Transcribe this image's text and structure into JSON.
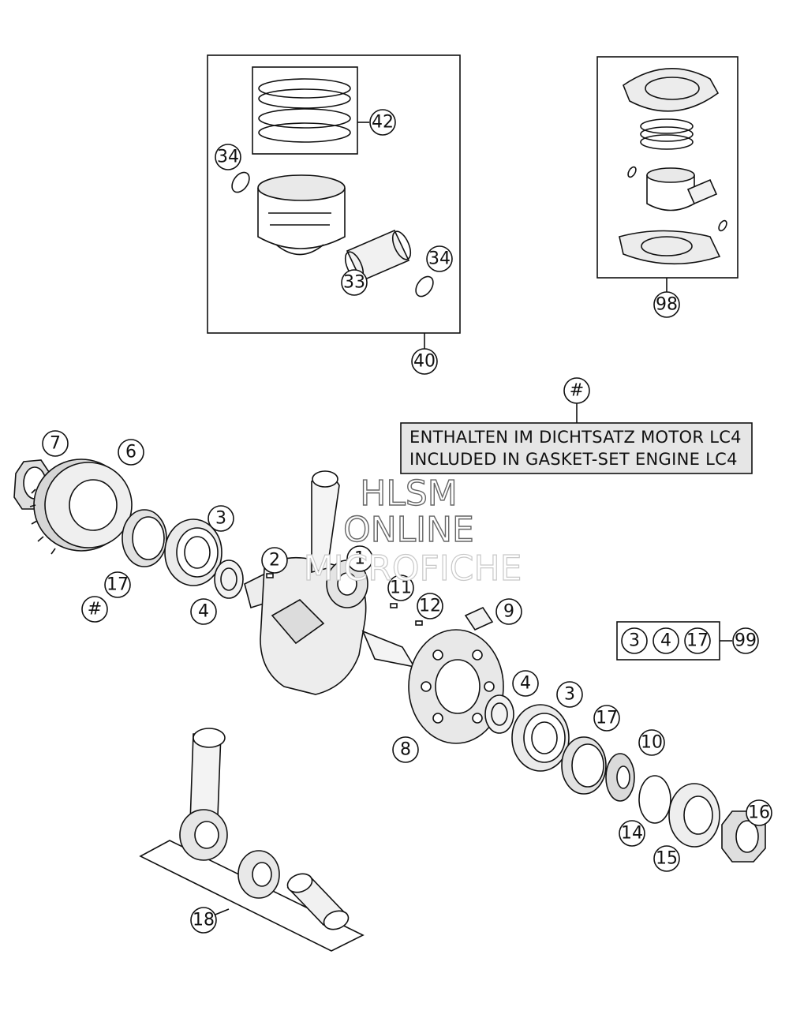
{
  "callouts": {
    "c42": "42",
    "c34a": "34",
    "c34b": "34",
    "c33": "33",
    "c40": "40",
    "c98": "98",
    "c7": "7",
    "c6": "6",
    "c3a": "3",
    "c17a": "17",
    "c4a": "4",
    "c2": "2",
    "c1": "1",
    "c11": "11",
    "c12": "12",
    "c9": "9",
    "c8": "8",
    "c4b": "4",
    "c3b": "3",
    "c17b": "17",
    "c10": "10",
    "c14": "14",
    "c15": "15",
    "c16": "16",
    "c18": "18",
    "k3": "3",
    "k4": "4",
    "k17": "17",
    "c99": "99"
  },
  "hash_marks": {
    "note": "#",
    "left": "#"
  },
  "note": {
    "line1": "ENTHALTEN IM DICHTSATZ MOTOR LC4",
    "line2": "INCLUDED IN GASKET-SET ENGINE LC4"
  },
  "watermark": {
    "line1": "HLSM",
    "line2": "ONLINE",
    "line3": "MICROFICHE"
  },
  "colors": {
    "line": "#111111",
    "note_bg": "#e6e6e6",
    "part_shade": "#cfcfcf"
  }
}
